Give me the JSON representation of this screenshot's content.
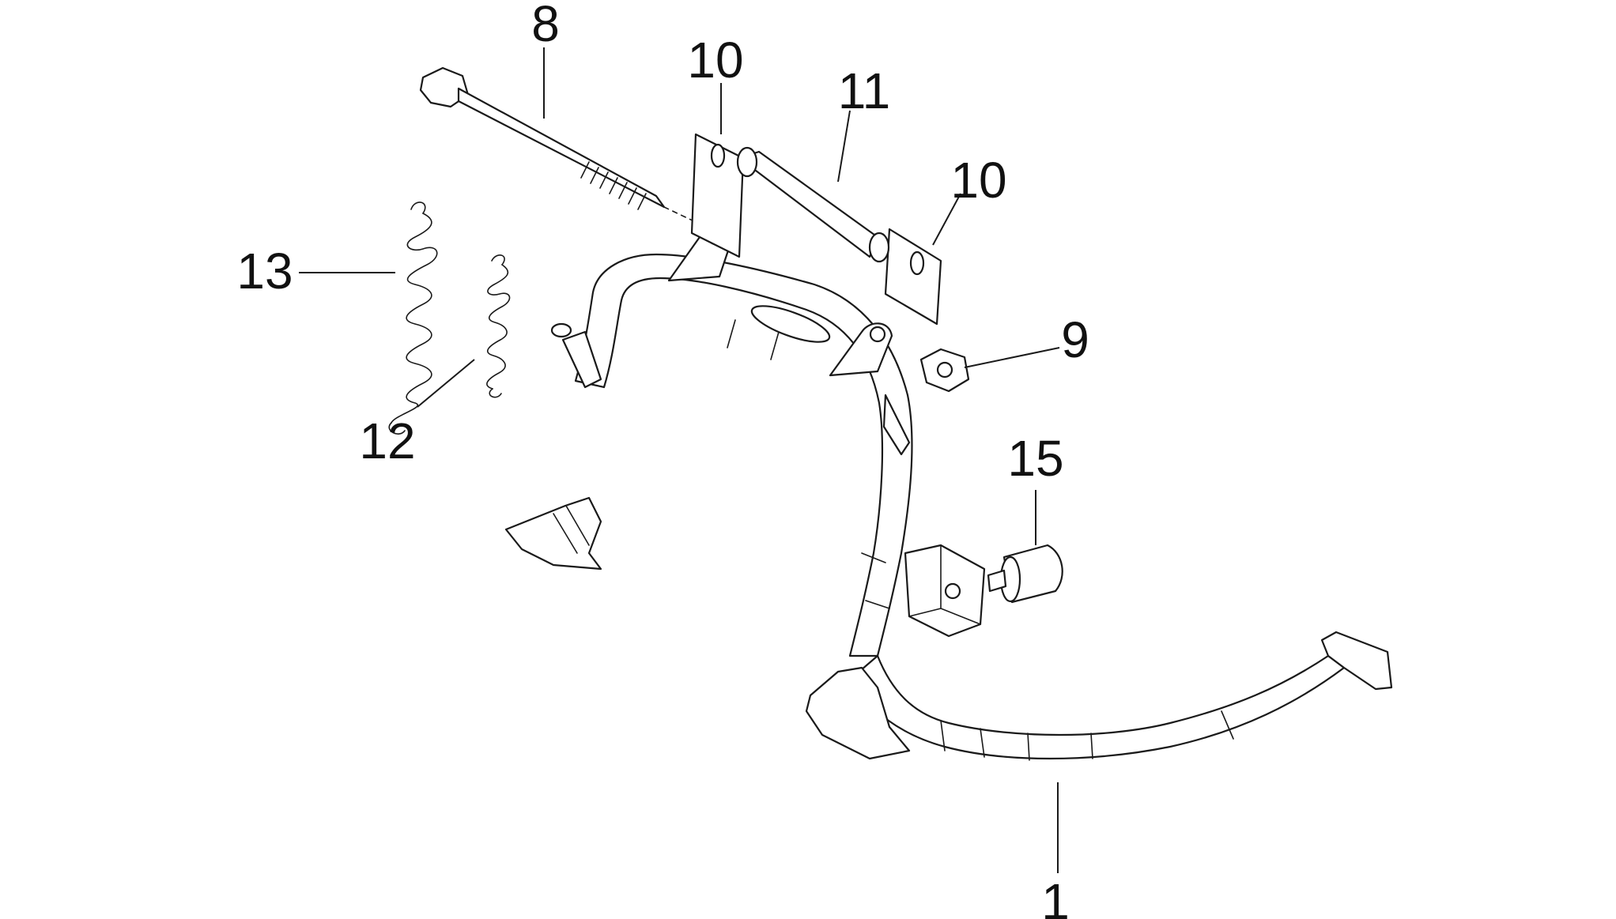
{
  "diagram": {
    "type": "exploded-parts-diagram",
    "line_color": "#1a1a1a",
    "background": "#ffffff",
    "callouts": [
      {
        "label": "1",
        "part": "center-stand-frame"
      },
      {
        "label": "8",
        "part": "pivot-bolt"
      },
      {
        "label": "9",
        "part": "nut"
      },
      {
        "label": "10",
        "part": "washer-left"
      },
      {
        "label": "10",
        "part": "washer-right"
      },
      {
        "label": "11",
        "part": "pivot-sleeve"
      },
      {
        "label": "12",
        "part": "return-spring-small"
      },
      {
        "label": "13",
        "part": "return-spring-large"
      },
      {
        "label": "15",
        "part": "rubber-stopper"
      }
    ]
  }
}
